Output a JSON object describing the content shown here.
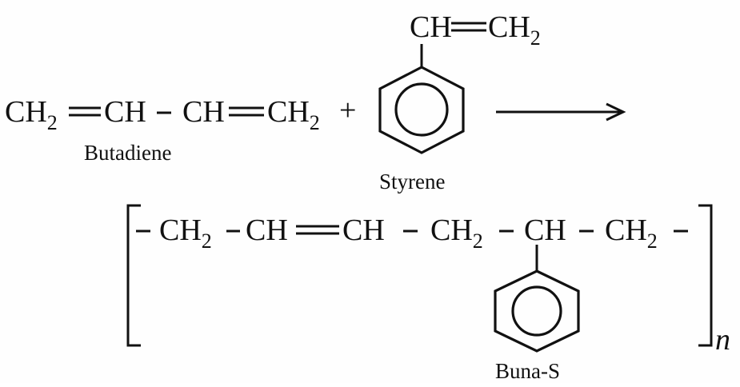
{
  "reactants": {
    "butadiene": {
      "c1": "CH",
      "c1_sub": "2",
      "c2": "CH",
      "c3": "CH",
      "c4": "CH",
      "c4_sub": "2",
      "label": "Butadiene"
    },
    "plus": "+",
    "styrene": {
      "vinyl_a": "CH",
      "vinyl_b": "CH",
      "vinyl_b_sub": "2",
      "label": "Styrene"
    }
  },
  "product": {
    "g1": "CH",
    "g1_sub": "2",
    "g2": "CH",
    "g3": "CH",
    "g4": "CH",
    "g4_sub": "2",
    "g5": "CH",
    "g6": "CH",
    "g6_sub": "2",
    "repeat": "n",
    "label": "Buna-S"
  },
  "colors": {
    "ink": "#111111",
    "paper": "#fefefe"
  }
}
